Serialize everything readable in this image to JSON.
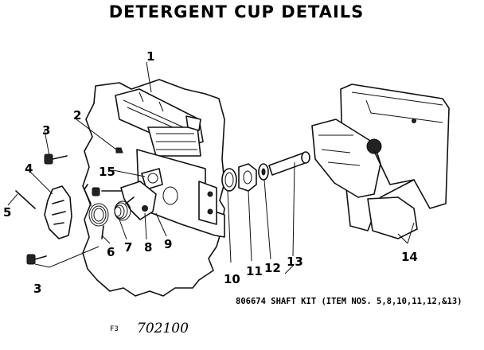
{
  "title": "DETERGENT CUP DETAILS",
  "callouts": [
    "1",
    "2",
    "3",
    "3",
    "4",
    "5",
    "6",
    "7",
    "8",
    "9",
    "10",
    "11",
    "12",
    "13",
    "14",
    "15"
  ],
  "kit_note": "806674 SHAFT KIT (ITEM NOS. 5,8,10,11,12,&13)",
  "footer": {
    "code": "F3",
    "handwritten": "702100"
  }
}
